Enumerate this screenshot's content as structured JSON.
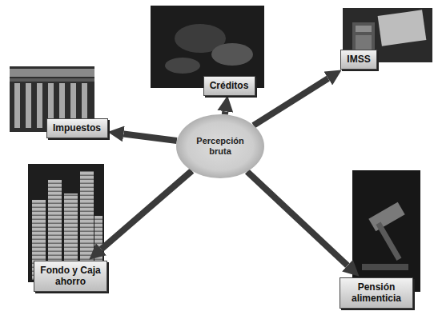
{
  "diagram": {
    "nodes": [
      {
        "text": [
          "Impuestos"
        ]
      },
      {
        "text": [
          "Créditos"
        ]
      },
      {
        "text": [
          "IMSS"
        ]
      },
      {
        "text": [
          "Percepción bruta"
        ]
      },
      {
        "text": [
          "Fondo y Caja ahorro"
        ]
      },
      {
        "text": [
          "Pensión alimenticia"
        ]
      }
    ],
    "edges": [
      {
        "from": 3,
        "to": 0,
        "arrow": "to"
      },
      {
        "from": 3,
        "to": 1,
        "arrow": "to"
      },
      {
        "from": 3,
        "to": 2,
        "arrow": "to"
      },
      {
        "from": 3,
        "to": 4,
        "arrow": "to"
      },
      {
        "from": 3,
        "to": 5,
        "arrow": "to"
      }
    ]
  }
}
